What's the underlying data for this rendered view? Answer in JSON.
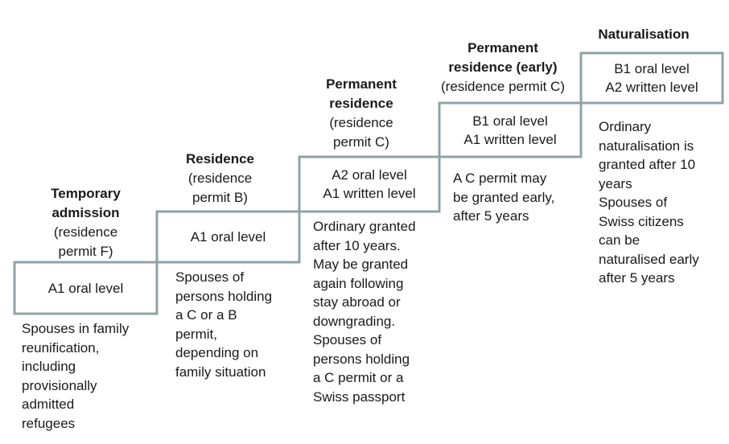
{
  "steps": [
    {
      "title": [
        "Temporary",
        "admission"
      ],
      "subtitle": [
        "(residence",
        "permit F)"
      ],
      "levels": [
        "A1 oral level"
      ],
      "description": [
        "Spouses in family",
        "reunification,",
        "including",
        "provisionally",
        "admitted",
        "refugees"
      ]
    },
    {
      "title": [
        "Residence"
      ],
      "subtitle": [
        "(residence",
        "permit B)"
      ],
      "levels": [
        "A1 oral level"
      ],
      "description": [
        "Spouses of",
        "persons holding",
        "a C or a B",
        "permit,",
        "depending on",
        "family situation"
      ]
    },
    {
      "title": [
        "Permanent",
        "residence"
      ],
      "subtitle": [
        "(residence",
        "permit C)"
      ],
      "levels": [
        "A2 oral level",
        "A1 written level"
      ],
      "description": [
        "Ordinary granted",
        "after 10 years.",
        "May be granted",
        "again following",
        "stay abroad or",
        "downgrading.",
        "Spouses of",
        "persons holding",
        "a C permit or a",
        "Swiss passport"
      ]
    },
    {
      "title": [
        "Permanent",
        "residence (early)"
      ],
      "subtitle": [
        "(residence permit C)"
      ],
      "levels": [
        "B1 oral level",
        "A1 written level"
      ],
      "description": [
        "A C permit may",
        "be granted early,",
        "after 5 years"
      ]
    },
    {
      "title": [
        "Naturalisation"
      ],
      "subtitle": [],
      "levels": [
        "B1 oral level",
        "A2 written level"
      ],
      "description": [
        "Ordinary",
        "naturalisation is",
        "granted after 10",
        "years",
        "Spouses of",
        "Swiss citizens",
        "can be",
        "naturalised early",
        "after 5 years"
      ]
    }
  ],
  "colors": {
    "outline": "#8fa3a6",
    "text": "#1a1a1a"
  }
}
